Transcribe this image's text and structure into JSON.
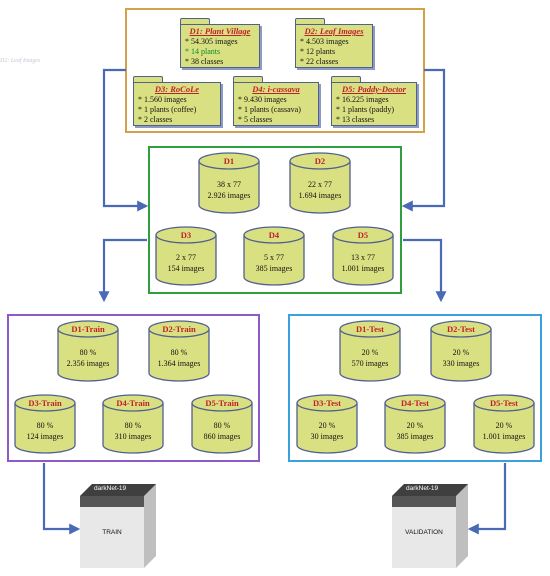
{
  "sources": [
    {
      "title": "D1: Plant Village",
      "lines": [
        "* 54.305 images",
        "* 14 plants",
        "* 38 classes"
      ]
    },
    {
      "title": "D2: Leaf Images",
      "lines": [
        "* 4.503 images",
        "* 12 plants",
        "* 22 classes"
      ]
    },
    {
      "title": "D3: RoCoLe",
      "lines": [
        "* 1.560 images",
        "* 1 plants (coffee)",
        "* 2 classes"
      ]
    },
    {
      "title": "D4: i-cassava",
      "lines": [
        "* 9.430 images",
        "* 1 plants (cassava)",
        "* 5 classes"
      ]
    },
    {
      "title": "D5: Paddy-Doctor",
      "lines": [
        "* 16.225 images",
        "* 1 plants (paddy)",
        "* 13 classes"
      ]
    }
  ],
  "datasets": [
    {
      "name": "D1",
      "l1": "38 x 77",
      "l2": "2.926 images"
    },
    {
      "name": "D2",
      "l1": "22 x 77",
      "l2": "1.694 images"
    },
    {
      "name": "D3",
      "l1": "2 x 77",
      "l2": "154 images"
    },
    {
      "name": "D4",
      "l1": "5 x 77",
      "l2": "385 images"
    },
    {
      "name": "D5",
      "l1": "13 x 77",
      "l2": "1.001 images"
    }
  ],
  "train": [
    {
      "name": "D1-Train",
      "l1": "80 %",
      "l2": "2.356 images"
    },
    {
      "name": "D2-Train",
      "l1": "80 %",
      "l2": "1.364 images"
    },
    {
      "name": "D3-Train",
      "l1": "80 %",
      "l2": "124 images"
    },
    {
      "name": "D4-Train",
      "l1": "80 %",
      "l2": "310 images"
    },
    {
      "name": "D5-Train",
      "l1": "80 %",
      "l2": "860 images"
    }
  ],
  "test": [
    {
      "name": "D1-Test",
      "l1": "20 %",
      "l2": "570 images"
    },
    {
      "name": "D2-Test",
      "l1": "20 %",
      "l2": "330 images"
    },
    {
      "name": "D3-Test",
      "l1": "20 %",
      "l2": "30 images"
    },
    {
      "name": "D4-Test",
      "l1": "20 %",
      "l2": "385 images"
    },
    {
      "name": "D5-Test",
      "l1": "20 %",
      "l2": "1.001 images"
    }
  ],
  "model_train": {
    "header": "darkNet-19",
    "label": "TRAIN"
  },
  "model_validation": {
    "header": "darkNet-19",
    "label": "VALIDATION"
  },
  "ghost_text": "D2: Leaf Images",
  "colors": {
    "cylinder_fill": "#d9e081",
    "cylinder_stroke": "#51608f",
    "title_red": "#c0202a",
    "arrow_blue": "#4a6ab5",
    "frame_top": "#d4a04a",
    "frame_mid": "#2e9e3e",
    "frame_left": "#8e5ac8",
    "frame_right": "#3aa0e0"
  }
}
